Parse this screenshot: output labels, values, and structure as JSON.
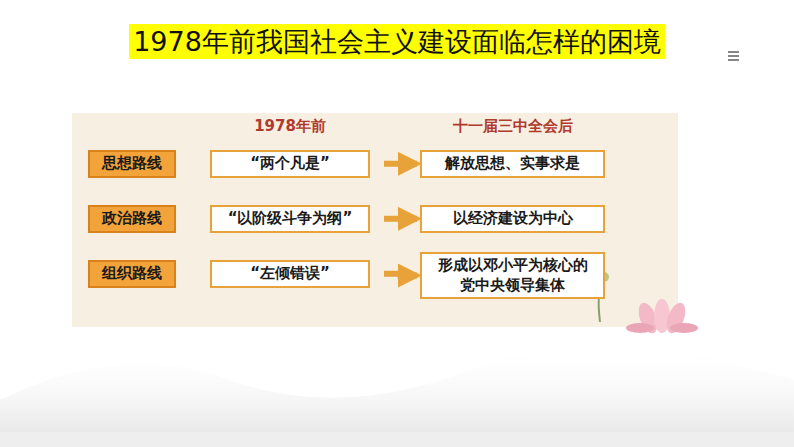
{
  "diagram": {
    "title": "1978年前我国社会主义建设面临怎样的困境",
    "nodes": [
      {
        "text": [
          "思想路线"
        ]
      },
      {
        "text": [
          "“两个凡是”"
        ]
      },
      {
        "text": [
          "解放思想、实事求是"
        ]
      },
      {
        "text": [
          "政治路线"
        ]
      },
      {
        "text": [
          "“以阶级斗争为纲”"
        ]
      },
      {
        "text": [
          "以经济建设为中心"
        ]
      },
      {
        "text": [
          "组织路线"
        ]
      },
      {
        "text": [
          "“左倾错误”"
        ]
      },
      {
        "text": [
          "形成以邓小平为核心的 党中央领导集体"
        ]
      }
    ],
    "edges": [
      {
        "from": 1,
        "to": 2,
        "arrow": "to"
      },
      {
        "from": 4,
        "to": 5,
        "arrow": "to"
      },
      {
        "from": 7,
        "to": 8,
        "arrow": "to"
      }
    ],
    "labels": [
      "1978年前",
      "十一届三中全会后"
    ]
  }
}
